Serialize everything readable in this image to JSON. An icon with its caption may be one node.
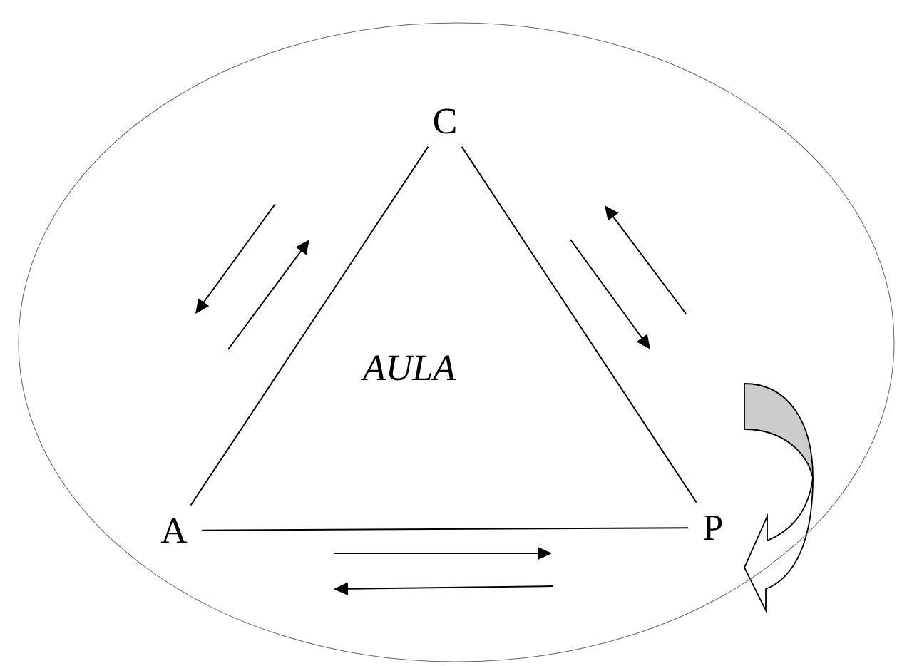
{
  "diagram": {
    "nodes": [
      {
        "text": [
          "AULA"
        ]
      },
      {
        "text": [
          "C"
        ],
        "in": 0
      },
      {
        "text": [
          "A"
        ],
        "in": 0
      },
      {
        "text": [
          "P"
        ],
        "in": 0
      }
    ],
    "edges": [
      {
        "from": 1,
        "to": 2,
        "arrow": "none"
      },
      {
        "from": 1,
        "to": 3,
        "arrow": "none"
      },
      {
        "from": 2,
        "to": 3,
        "arrow": "none"
      }
    ]
  }
}
